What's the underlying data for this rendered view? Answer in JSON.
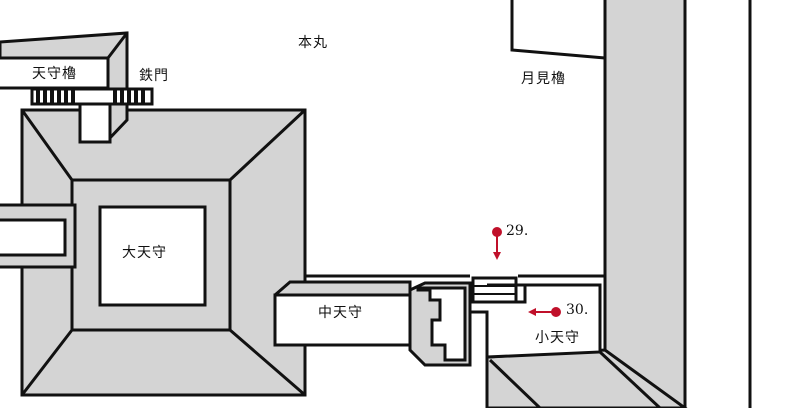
{
  "labels": {
    "honmaru": "本丸",
    "tsukimi_yagura": "月見櫓",
    "tenshu_yagura": "天守櫓",
    "kuro_gane_mon": "鉄門",
    "dai_tenshu": "大天守",
    "naka_tenshu": "中天守",
    "sho_tenshu": "小天守"
  },
  "markers": [
    {
      "label": "29.",
      "direction": "down"
    },
    {
      "label": "30.",
      "direction": "left"
    }
  ],
  "colors": {
    "wall": "#d4d4d4",
    "outline": "#111111",
    "marker": "#c0102a"
  }
}
